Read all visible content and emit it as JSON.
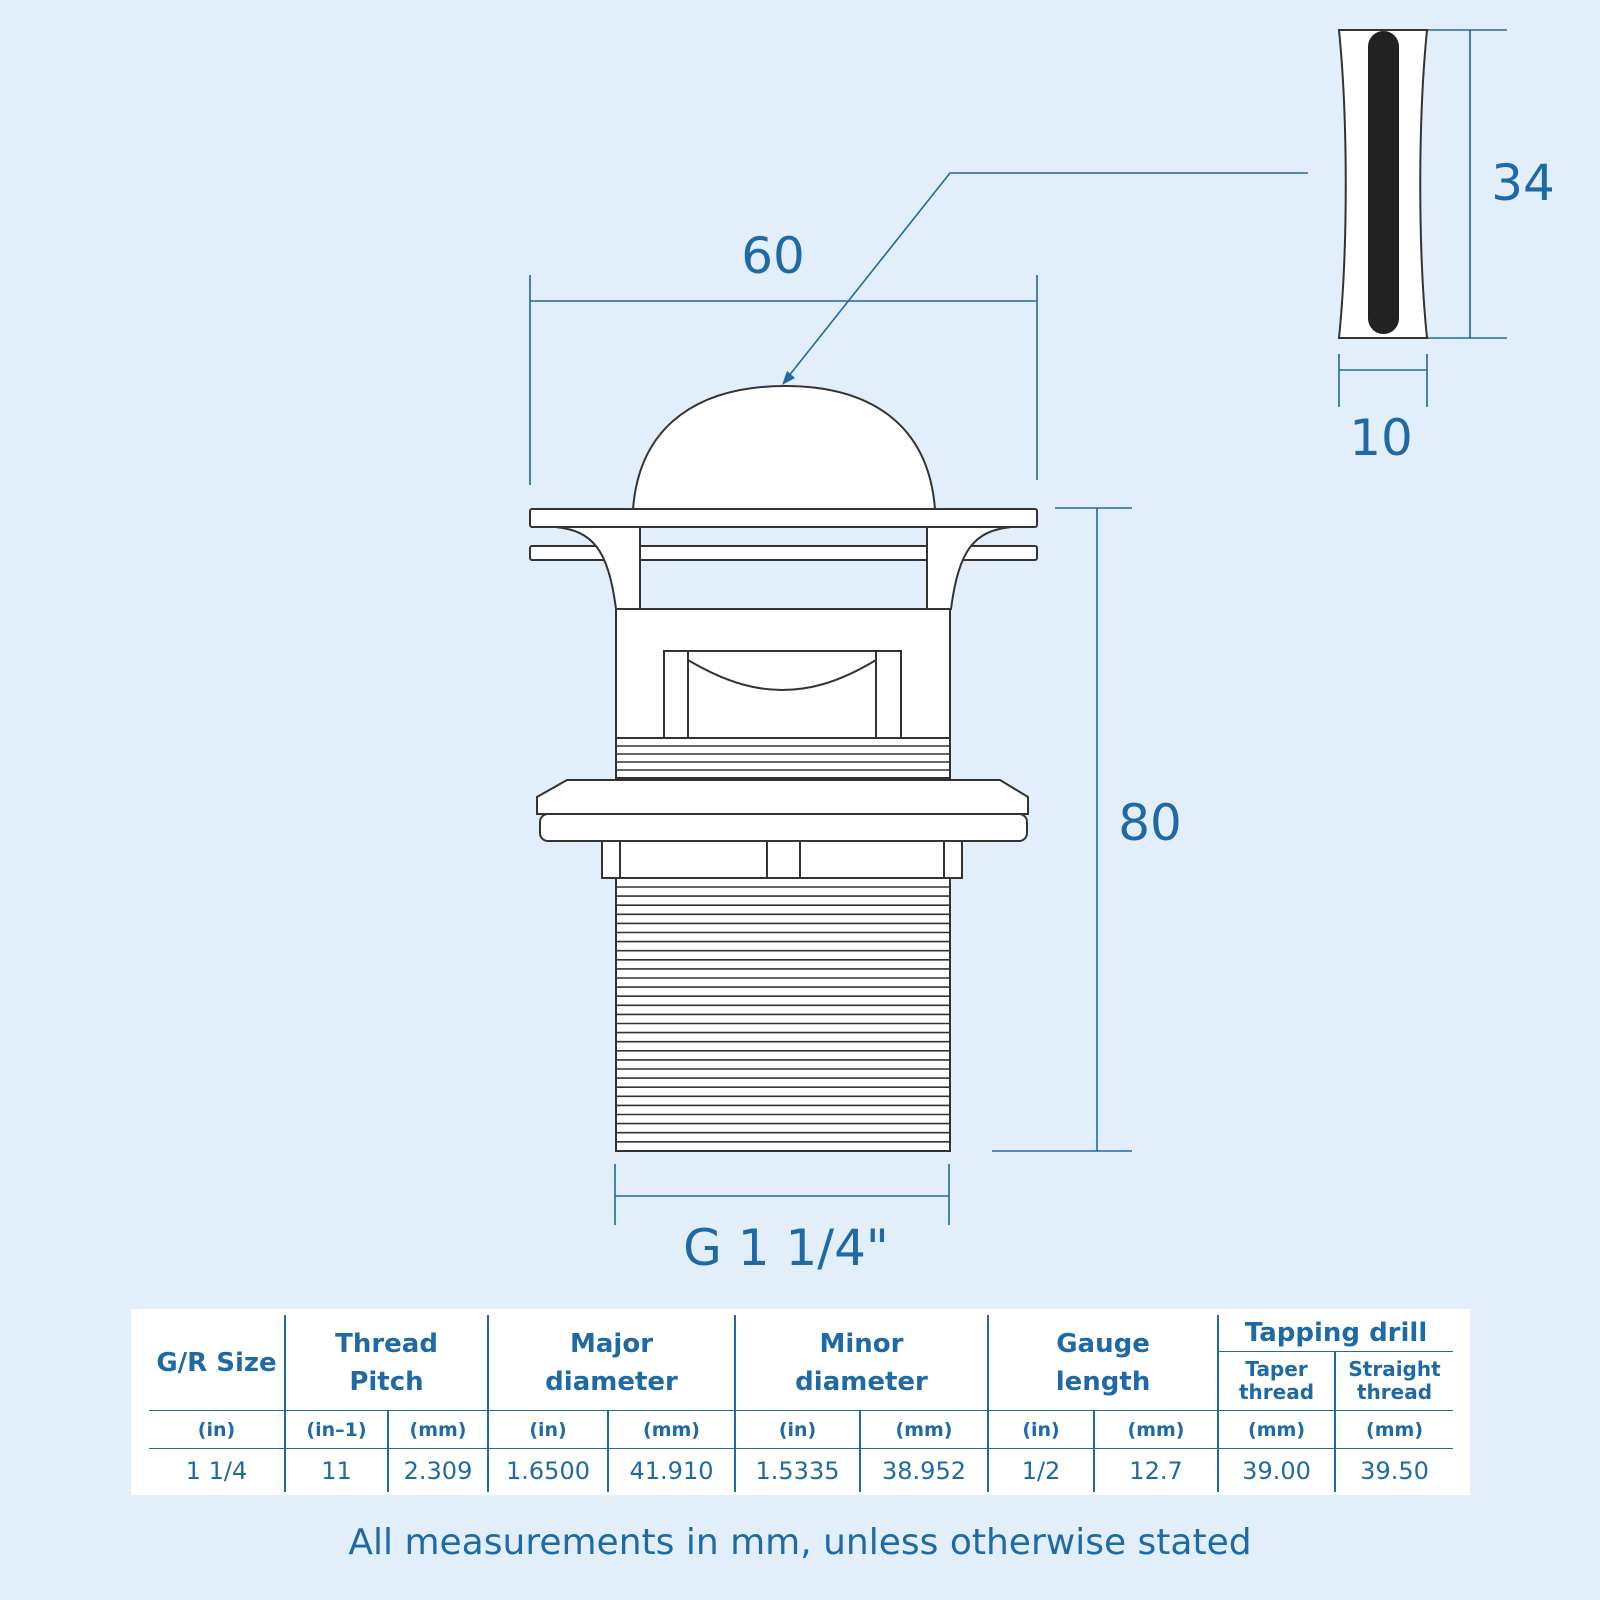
{
  "dimensions": {
    "width_top": "60",
    "height_total": "80",
    "thread_size": "G 1 1/4\"",
    "slot_height": "34",
    "slot_width": "10"
  },
  "table": {
    "headers": {
      "gr_size": "G/R Size",
      "thread_pitch": [
        "Thread",
        "Pitch"
      ],
      "major_diameter": [
        "Major",
        "diameter"
      ],
      "minor_diameter": [
        "Minor",
        "diameter"
      ],
      "gauge_length": [
        "Gauge",
        "length"
      ],
      "tapping_drill": "Tapping drill",
      "taper_thread": [
        "Taper",
        "thread"
      ],
      "straight_thread": [
        "Straight",
        "thread"
      ]
    },
    "units": [
      "(in)",
      "(in–1)",
      "(mm)",
      "(in)",
      "(mm)",
      "(in)",
      "(mm)",
      "(in)",
      "(mm)",
      "(mm)",
      "(mm)"
    ],
    "row": [
      "1 1/4",
      "11",
      "2.309",
      "1.6500",
      "41.910",
      "1.5335",
      "38.952",
      "1/2",
      "12.7",
      "39.00",
      "39.50"
    ]
  },
  "footer": "All measurements in mm, unless otherwise stated",
  "colors": {
    "background": "#e2eef9",
    "accent": "#1f6aa5",
    "outline": "#333333",
    "slot": "#222222"
  }
}
